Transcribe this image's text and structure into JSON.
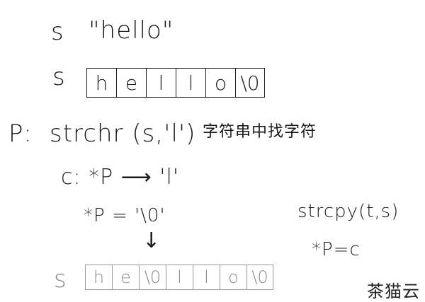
{
  "line1": {
    "var": "s",
    "value": "\"hello\""
  },
  "line2": {
    "var": "s",
    "cells": [
      "h",
      "e",
      "l",
      "l",
      "o",
      "\\0"
    ]
  },
  "line3": {
    "label": "P:",
    "call": "strchr (s,'l')",
    "note": "字符串中找字符"
  },
  "line4": {
    "label": "c:",
    "expr": "*P ⟶ 'l'"
  },
  "line5": {
    "expr": "*P = '\\0'",
    "arrow": "↓"
  },
  "side": {
    "call": "strcpy(t,s)",
    "assign": "*P=c"
  },
  "line6": {
    "var": "s",
    "cells": [
      "h",
      "e",
      "\\0",
      "l",
      "l",
      "o",
      "\\0"
    ]
  },
  "watermark": "茶猫云"
}
